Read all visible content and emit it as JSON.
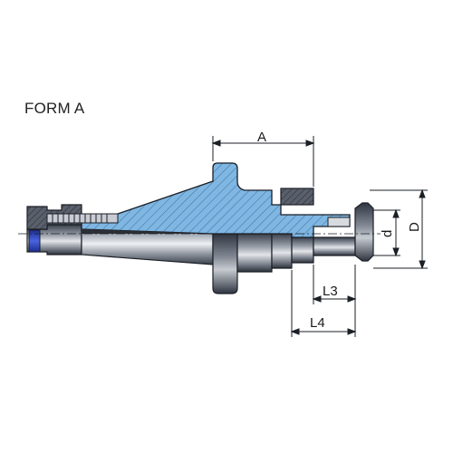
{
  "title": "FORM A",
  "dimensions": {
    "A": "A",
    "D": "D",
    "d": "d",
    "L3": "L3",
    "L4": "L4"
  },
  "colors": {
    "section_fill": "#7fb6e2",
    "section_hatch": "#3a6f9c",
    "steel_dark": "#2e3440",
    "steel_mid": "#6b7280",
    "steel_light": "#c9ccd2",
    "drawbar_blue": "#2a3fb8",
    "outline": "#1b1f26"
  }
}
